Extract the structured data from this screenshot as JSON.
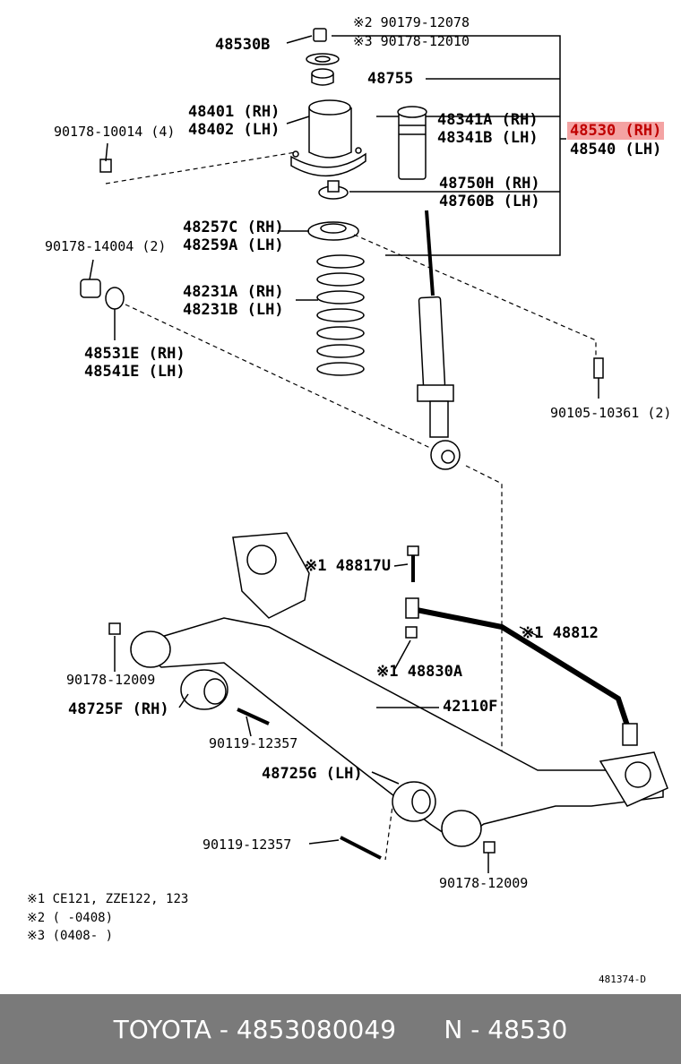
{
  "labels": {
    "p90179": "※2 90179-12078",
    "p90178a": "※3 90178-12010",
    "p48530b": "48530B",
    "p48755": "48755",
    "p48401": "48401 (RH)",
    "p48402": "48402 (LH)",
    "p90178_10014": "90178-10014 (4)",
    "p48341a": "48341A (RH)",
    "p48341b": "48341B (LH)",
    "p48530rh": "48530 (RH)",
    "p48540lh": "48540 (LH)",
    "p48750h": "48750H (RH)",
    "p48760b": "48760B (LH)",
    "p48257c": "48257C (RH)",
    "p48259a": "48259A (LH)",
    "p90178_14004": "90178-14004 (2)",
    "p48231a": "48231A (RH)",
    "p48231b": "48231B (LH)",
    "p48531e": "48531E (RH)",
    "p48541e": "48541E (LH)",
    "p90105": "90105-10361 (2)",
    "p48817u": "※1 48817U",
    "p48812": "※1 48812",
    "p90178_12009a": "90178-12009",
    "p48830a": "※1 48830A",
    "p48725f": "48725F (RH)",
    "p42110f": "42110F",
    "p90119a": "90119-12357",
    "p48725g": "48725G (LH)",
    "p90119b": "90119-12357",
    "p90178_12009b": "90178-12009"
  },
  "notes": {
    "n1": "※1   CE121, ZZE122, 123",
    "n2": "※2   (       -0408)",
    "n3": "※3   (0408-       )"
  },
  "diagram_code": "481374-D",
  "footer": {
    "brand": "TOYOTA",
    "part_number": "4853080049",
    "part_code": "N - 48530"
  },
  "colors": {
    "highlight_bg": "#f4a3a3",
    "highlight_text": "#c00000",
    "footer_bg": "#7a7a7a"
  }
}
